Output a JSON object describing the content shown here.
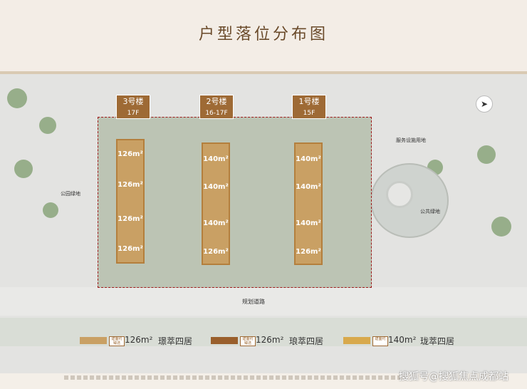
{
  "title": "户型落位分布图",
  "buildings": [
    {
      "name": "3号楼",
      "floors": "17F",
      "units": [
        "126m²",
        "126m²",
        "126m²",
        "126m²"
      ]
    },
    {
      "name": "2号楼",
      "floors": "16-17F",
      "units": [
        "140m²",
        "140m²",
        "140m²",
        "126m²"
      ]
    },
    {
      "name": "1号楼",
      "floors": "15F",
      "units": [
        "140m²",
        "140m²",
        "140m²",
        "126m²"
      ]
    }
  ],
  "map_labels": {
    "west_green": "公园绿地",
    "service_land": "服务设施用地",
    "public_green": "公共绿地",
    "road": "规划道路"
  },
  "legend": [
    {
      "badge": "建面约",
      "area": "126m²",
      "suffix": "臻选",
      "name": "璟萃四居",
      "color": "#c9a064"
    },
    {
      "badge": "建面约",
      "area": "126m²",
      "suffix": "臻选",
      "name": "琅萃四居",
      "color": "#9a5f2c"
    },
    {
      "badge": "建面约",
      "area": "140m²",
      "suffix": "",
      "name": "珑萃四居",
      "color": "#d8a94c"
    }
  ],
  "watermark": "搜狐号@搜狐焦点成都站",
  "colors": {
    "boundary": "#a0181a",
    "brand": "#9e6a35"
  }
}
